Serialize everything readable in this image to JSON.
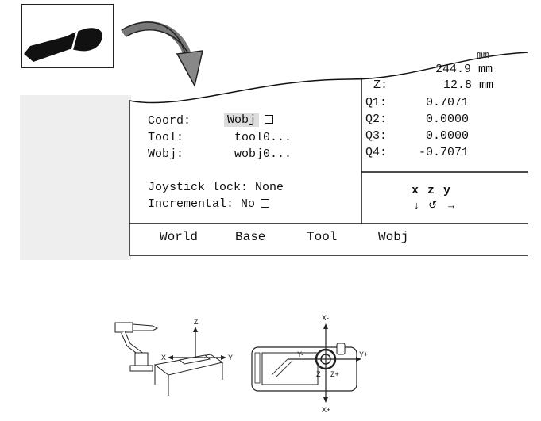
{
  "pose": {
    "x_row_partial": "244.9 mm",
    "z_label": "Z:",
    "z_value": "12.8 mm",
    "q1_label": "Q1:",
    "q1_value": "0.7071",
    "q2_label": "Q2:",
    "q2_value": "0.0000",
    "q3_label": "Q3:",
    "q3_value": "0.0000",
    "q4_label": "Q4:",
    "q4_value": "-0.7071"
  },
  "settings": {
    "coord_label": "Coord:",
    "coord_value": "Wobj",
    "tool_label": "Tool:",
    "tool_value": "tool0...",
    "wobj_label": "Wobj:",
    "wobj_value": "wobj0...",
    "joystick_lock_label": "Joystick lock: None",
    "incremental_label": "Incremental: No"
  },
  "joystick_dirs": {
    "axes": "x z y",
    "symbols": "↓ ↺ →"
  },
  "tabs": [
    "World",
    "Base",
    "Tool",
    "Wobj"
  ],
  "diagram_robot": {
    "z": "Z",
    "x": "X",
    "y": "Y"
  },
  "diagram_flexpendant": {
    "x_minus": "X-",
    "x_plus": "X+",
    "y_minus": "Y-",
    "y_plus": "Y+",
    "z": "Z",
    "z_plus": "Z+"
  }
}
